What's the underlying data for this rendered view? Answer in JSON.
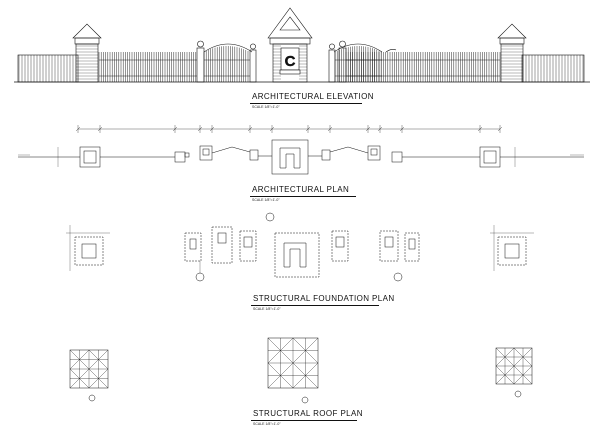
{
  "drawing": {
    "gate_letter": "C",
    "titles": {
      "elevation": "ARCHITECTURAL ELEVATION",
      "plan": "ARCHITECTURAL PLAN",
      "foundation": "STRUCTURAL FOUNDATION PLAN",
      "roof": "STRUCTURAL ROOF PLAN"
    },
    "scales": {
      "elevation": "SCALE 1/8\"=1'-0\"",
      "plan": "SCALE 1/8\"=1'-0\"",
      "foundation": "SCALE 1/8\"=1'-0\"",
      "roof": "SCALE 1/8\"=1'-0\""
    },
    "colors": {
      "ink": "#111111",
      "paper": "#ffffff"
    }
  }
}
